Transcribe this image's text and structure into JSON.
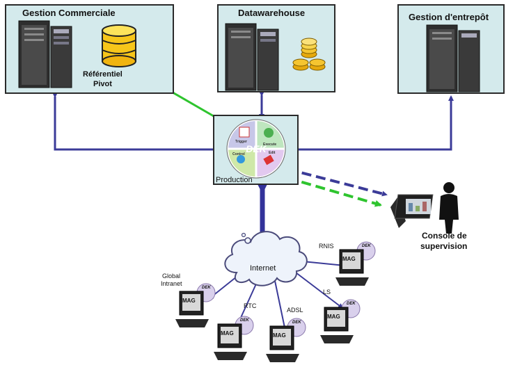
{
  "colors": {
    "box_fill": "#d4eaec",
    "arrow_blue": "#3b3b98",
    "arrow_green": "#2ec42e",
    "arrow_dark": "#32329a"
  },
  "boxes": {
    "gestion_commerciale": {
      "title": "Gestion Commerciale",
      "db_label_line1": "Référentiel",
      "db_label_line2": "Pivot"
    },
    "datawarehouse": {
      "title": "Datawarehouse"
    },
    "gestion_entrepot": {
      "title": "Gestion d'entrepôt"
    },
    "production": {
      "title": "Production"
    }
  },
  "dek": {
    "center": "DEK",
    "segments": [
      "Trigger",
      "Execute",
      "Control",
      "Edit"
    ]
  },
  "console": {
    "line1": "Console de",
    "line2": "supervision"
  },
  "network": {
    "cloud_label": "Internet",
    "links": {
      "rnis": "RNIS",
      "ls": "LS",
      "rtc": "RTC",
      "adsl": "ADSL",
      "global_line1": "Global",
      "global_line2": "Intranet"
    }
  },
  "terminal": {
    "screen_label": "MAG",
    "badge": "DEK"
  }
}
